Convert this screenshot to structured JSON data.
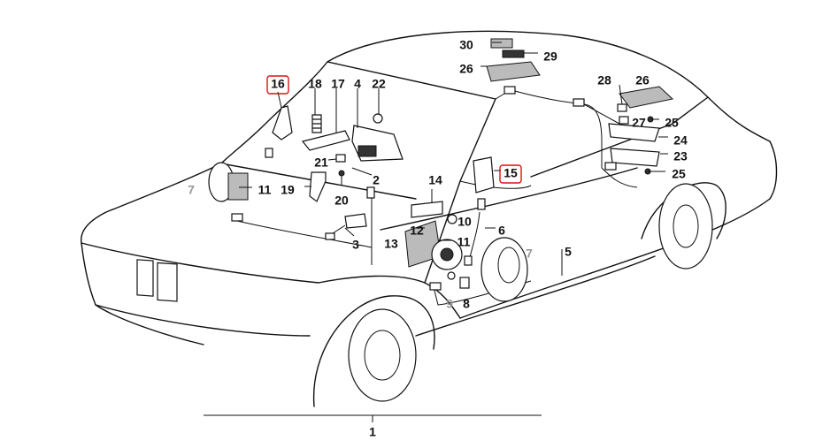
{
  "diagram": {
    "callouts": [
      {
        "id": "c1",
        "text": "1",
        "muted": false,
        "boxed": false
      },
      {
        "id": "c2",
        "text": "2",
        "muted": false,
        "boxed": false
      },
      {
        "id": "c3",
        "text": "3",
        "muted": false,
        "boxed": false
      },
      {
        "id": "c4",
        "text": "4",
        "muted": false,
        "boxed": false
      },
      {
        "id": "c5",
        "text": "5",
        "muted": false,
        "boxed": false
      },
      {
        "id": "c6",
        "text": "6",
        "muted": false,
        "boxed": false
      },
      {
        "id": "c7a",
        "text": "7",
        "muted": true,
        "boxed": false
      },
      {
        "id": "c7b",
        "text": "7",
        "muted": true,
        "boxed": false
      },
      {
        "id": "c8",
        "text": "8",
        "muted": false,
        "boxed": false
      },
      {
        "id": "c9",
        "text": "9",
        "muted": true,
        "boxed": false
      },
      {
        "id": "c10",
        "text": "10",
        "muted": false,
        "boxed": false
      },
      {
        "id": "c11a",
        "text": "11",
        "muted": false,
        "boxed": false
      },
      {
        "id": "c11b",
        "text": "11",
        "muted": false,
        "boxed": false
      },
      {
        "id": "c12",
        "text": "12",
        "muted": false,
        "boxed": false
      },
      {
        "id": "c13",
        "text": "13",
        "muted": false,
        "boxed": false
      },
      {
        "id": "c14",
        "text": "14",
        "muted": false,
        "boxed": false
      },
      {
        "id": "c15",
        "text": "15",
        "muted": false,
        "boxed": true
      },
      {
        "id": "c16",
        "text": "16",
        "muted": false,
        "boxed": true
      },
      {
        "id": "c17",
        "text": "17",
        "muted": false,
        "boxed": false
      },
      {
        "id": "c18",
        "text": "18",
        "muted": false,
        "boxed": false
      },
      {
        "id": "c19",
        "text": "19",
        "muted": false,
        "boxed": false
      },
      {
        "id": "c20",
        "text": "20",
        "muted": false,
        "boxed": false
      },
      {
        "id": "c21",
        "text": "21",
        "muted": false,
        "boxed": false
      },
      {
        "id": "c22",
        "text": "22",
        "muted": false,
        "boxed": false
      },
      {
        "id": "c23",
        "text": "23",
        "muted": false,
        "boxed": false
      },
      {
        "id": "c24",
        "text": "24",
        "muted": false,
        "boxed": false
      },
      {
        "id": "c25a",
        "text": "25",
        "muted": false,
        "boxed": false
      },
      {
        "id": "c25b",
        "text": "25",
        "muted": false,
        "boxed": false
      },
      {
        "id": "c26a",
        "text": "26",
        "muted": false,
        "boxed": false
      },
      {
        "id": "c26b",
        "text": "26",
        "muted": false,
        "boxed": false
      },
      {
        "id": "c27",
        "text": "27",
        "muted": false,
        "boxed": false
      },
      {
        "id": "c28",
        "text": "28",
        "muted": false,
        "boxed": false
      },
      {
        "id": "c29",
        "text": "29",
        "muted": false,
        "boxed": false
      },
      {
        "id": "c30",
        "text": "30",
        "muted": false,
        "boxed": false
      }
    ],
    "colors": {
      "ink": "#111111",
      "muted": "#999999",
      "highlight": "#dd1111"
    }
  }
}
